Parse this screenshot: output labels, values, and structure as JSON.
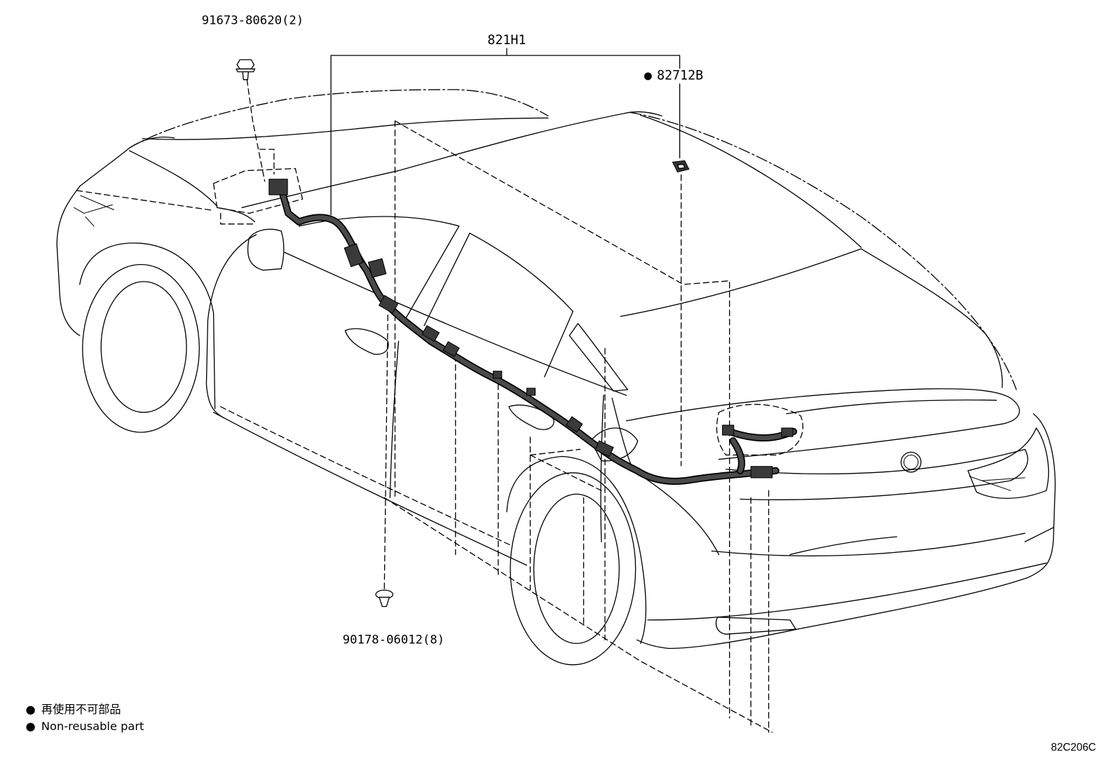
{
  "callouts": {
    "bolt": {
      "label": "91673-80620(2)"
    },
    "harness": {
      "label": "821H1"
    },
    "clamp": {
      "bullet": "●",
      "label": "82712B"
    },
    "clip": {
      "label": "90178-06012(8)"
    }
  },
  "legend": [
    {
      "bullet": "●",
      "text": "再使用不可部品"
    },
    {
      "bullet": "●",
      "text": "Non-reusable part"
    }
  ],
  "illustration_code": "82C206C",
  "colors": {
    "line": "#000000",
    "harness": "#4a4a4a",
    "background": "#ffffff"
  }
}
